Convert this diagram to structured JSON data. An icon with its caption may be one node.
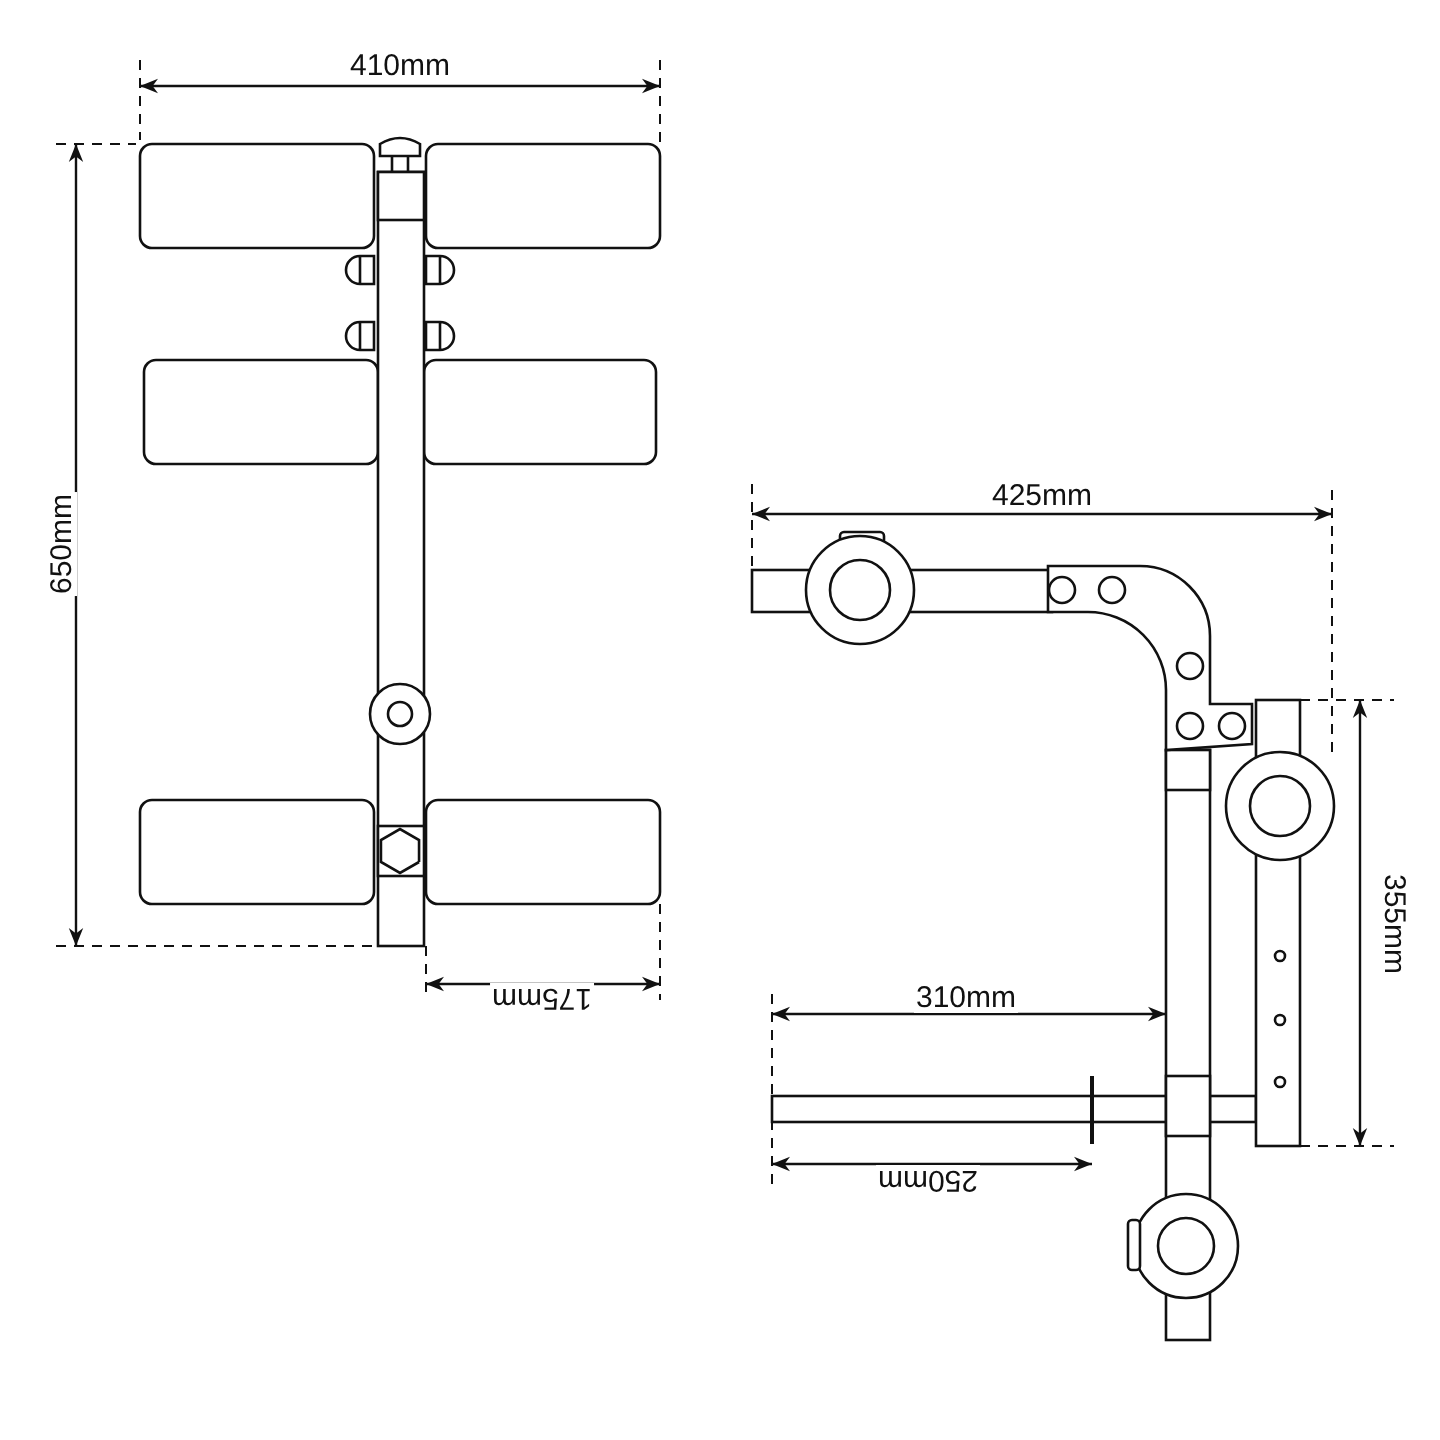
{
  "diagram": {
    "labels": [
      "410mm",
      "650mm",
      "425mm",
      "310mm",
      "355mm",
      "175mm",
      "250mm"
    ]
  }
}
